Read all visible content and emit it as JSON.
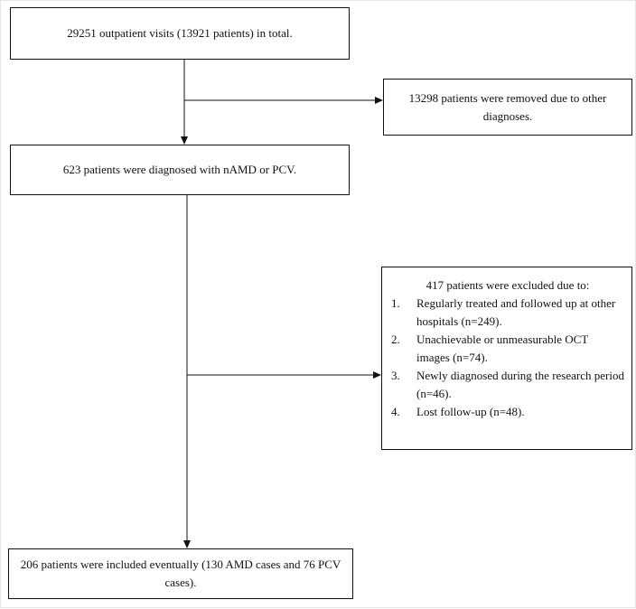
{
  "nodes": {
    "visits": "29251 outpatient visits (13921 patients) in total.",
    "removed": "13298 patients were removed due to other diagnoses.",
    "diagnosed": "623 patients were diagnosed with nAMD or PCV.",
    "excluded": {
      "title": "417 patients were excluded due to:",
      "items": [
        {
          "num": "1.",
          "text": "Regularly treated and followed up at other hospitals (n=249)."
        },
        {
          "num": "2.",
          "text": "Unachievable or unmeasurable OCT images (n=74)."
        },
        {
          "num": "3.",
          "text": "Newly diagnosed during the research period (n=46)."
        },
        {
          "num": "4.",
          "text": "Lost follow-up (n=48)."
        }
      ]
    },
    "included": "206 patients were included eventually (130 AMD cases and 76 PCV cases)."
  },
  "colors": {
    "line": "#111111",
    "border": "#111111",
    "background": "#ffffff"
  }
}
